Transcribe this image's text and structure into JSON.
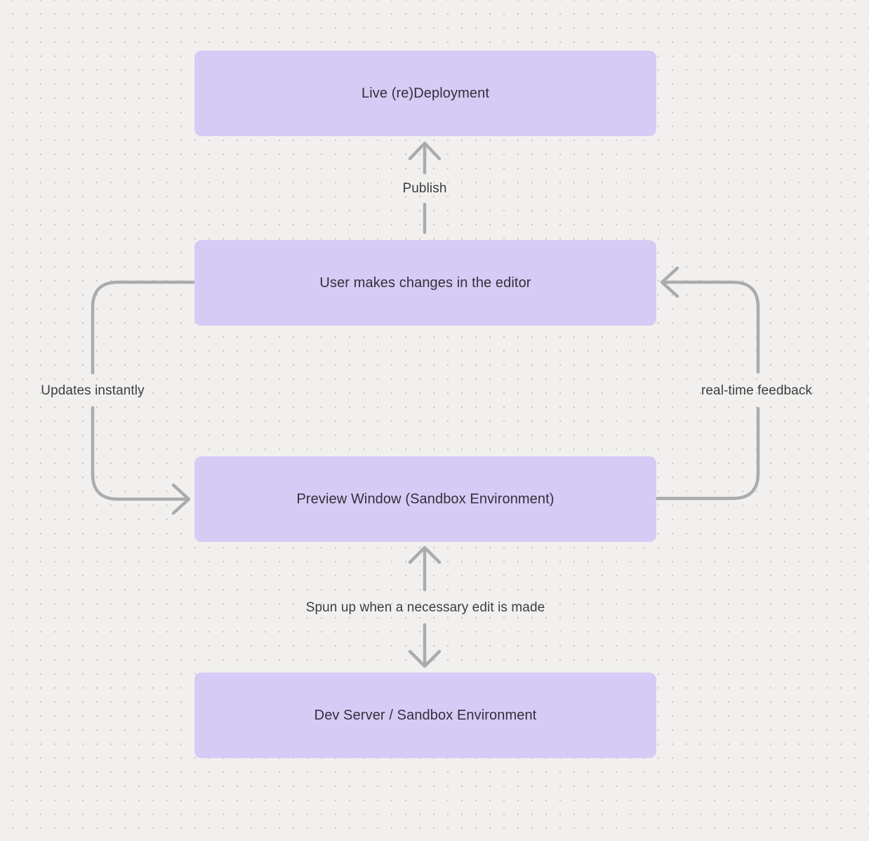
{
  "diagram": {
    "type": "flowchart",
    "nodes": [
      {
        "id": "live-redeployment",
        "label": "Live (re)Deployment"
      },
      {
        "id": "editor-changes",
        "label": "User makes changes in the editor"
      },
      {
        "id": "preview-window",
        "label": "Preview Window (Sandbox Environment)"
      },
      {
        "id": "dev-server",
        "label": "Dev Server / Sandbox Environment"
      }
    ],
    "edges": [
      {
        "from": "editor-changes",
        "to": "live-redeployment",
        "label": "Publish",
        "direction": "up"
      },
      {
        "from": "editor-changes",
        "to": "preview-window",
        "label": "Updates instantly",
        "direction": "down-left-loop"
      },
      {
        "from": "preview-window",
        "to": "editor-changes",
        "label": "real-time feedback",
        "direction": "up-right-loop"
      },
      {
        "from": "preview-window",
        "to": "dev-server",
        "label": "Spun up when a necessary edit is made",
        "direction": "bidirectional"
      }
    ],
    "colors": {
      "background": "#f1f0ef",
      "dot": "#c8c7c5",
      "node_fill": "#d6cbf5",
      "node_text": "#332f3a",
      "edge_stroke": "#ababab",
      "label_text": "#3d3d3d"
    }
  }
}
